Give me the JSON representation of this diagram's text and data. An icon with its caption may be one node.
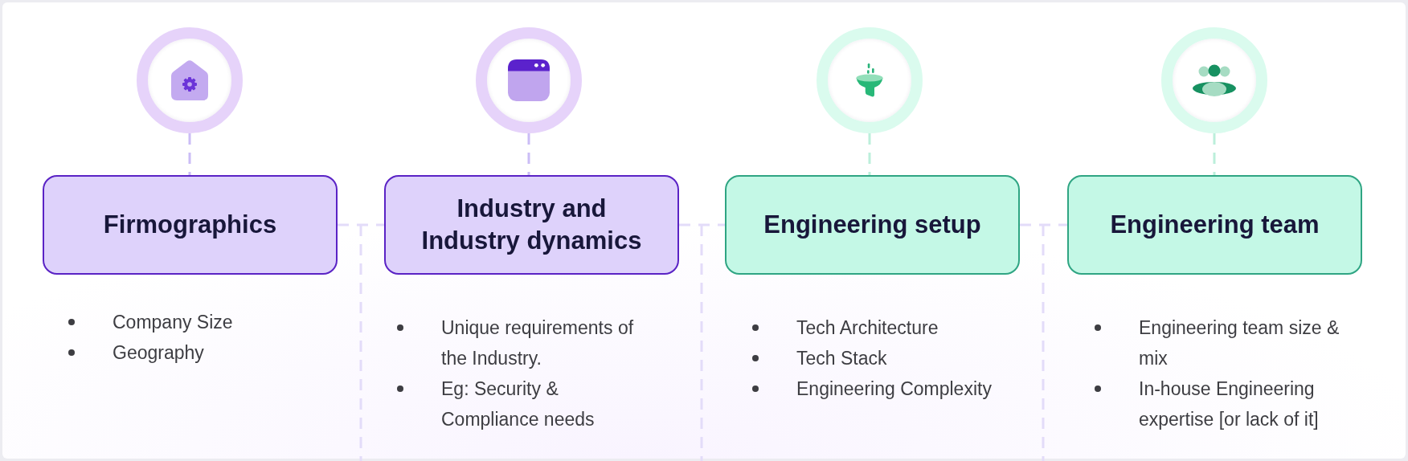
{
  "diagram": {
    "nodes": [
      {
        "text": [],
        "shape": "picture"
      },
      {
        "text": [
          "Firmographics"
        ],
        "beside": [
          "Company Size",
          "Geography"
        ]
      },
      {
        "text": [],
        "shape": "picture"
      },
      {
        "text": [
          "Industry and Industry dynamics"
        ],
        "beside": [
          "Unique requirements of the Industry.",
          "Eg: Security & Compliance needs"
        ]
      },
      {
        "text": [],
        "shape": "picture"
      },
      {
        "text": [
          "Engineering setup"
        ],
        "beside": [
          "Tech Architecture",
          "Tech Stack",
          "Engineering Complexity"
        ]
      },
      {
        "text": [],
        "shape": "picture"
      },
      {
        "text": [
          "Engineering team"
        ],
        "beside": [
          "Engineering team size & mix",
          "In-house Engineering expertise [or lack of it]"
        ]
      }
    ],
    "edges": [
      {
        "from": 0,
        "to": 1,
        "arrow": "none",
        "style": "dashed",
        "color": "#cbbdf6"
      },
      {
        "from": 2,
        "to": 3,
        "arrow": "none",
        "style": "dashed",
        "color": "#cbbdf6"
      },
      {
        "from": 4,
        "to": 5,
        "arrow": "none",
        "style": "dashed",
        "color": "#bcefdb"
      },
      {
        "from": 6,
        "to": 7,
        "arrow": "none",
        "style": "dashed",
        "color": "#bcefdb"
      },
      {
        "from": 1,
        "to": 3,
        "arrow": "none",
        "style": "dashed"
      },
      {
        "from": 3,
        "to": 5,
        "arrow": "none",
        "style": "dashed"
      },
      {
        "from": 5,
        "to": 7,
        "arrow": "none",
        "style": "dashed"
      }
    ]
  }
}
